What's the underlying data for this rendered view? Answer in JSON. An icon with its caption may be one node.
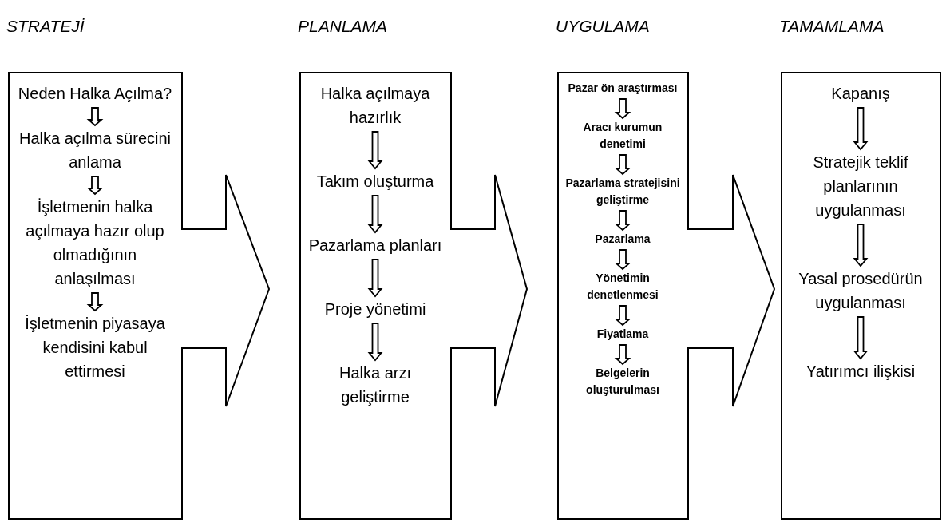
{
  "diagram": {
    "nodes": [
      {
        "text": [
          "STRATEJİ"
        ]
      },
      {
        "text": [
          "Neden Halka Açılma?"
        ],
        "in": 0
      },
      {
        "text": [
          "Halka açılma sürecini anlama"
        ],
        "in": 0
      },
      {
        "text": [
          "İşletmenin halka açılmaya hazır olup olmadığının anlaşılması"
        ],
        "in": 0
      },
      {
        "text": [
          "İşletmenin piyasaya kendisini kabul ettirmesi"
        ],
        "in": 0
      },
      {
        "text": [
          "PLANLAMA"
        ]
      },
      {
        "text": [
          "Halka açılmaya hazırlık"
        ],
        "in": 5
      },
      {
        "text": [
          "Takım oluşturma"
        ],
        "in": 5
      },
      {
        "text": [
          "Pazarlama planları"
        ],
        "in": 5
      },
      {
        "text": [
          "Proje yönetimi"
        ],
        "in": 5
      },
      {
        "text": [
          "Halka arzı geliştirme"
        ],
        "in": 5
      },
      {
        "text": [
          "UYGULAMA"
        ]
      },
      {
        "text": [
          "Pazar ön araştırması"
        ],
        "in": 11
      },
      {
        "text": [
          "Aracı kurumun denetimi"
        ],
        "in": 11
      },
      {
        "text": [
          "Pazarlama stratejisini geliştirme"
        ],
        "in": 11
      },
      {
        "text": [
          "Pazarlama"
        ],
        "in": 11
      },
      {
        "text": [
          "Yönetimin denetlenmesi"
        ],
        "in": 11
      },
      {
        "text": [
          "Fiyatlama"
        ],
        "in": 11
      },
      {
        "text": [
          "Belgelerin oluşturulması"
        ],
        "in": 11
      },
      {
        "text": [
          "TAMAMLAMA"
        ]
      },
      {
        "text": [
          "Kapanış"
        ],
        "in": 19
      },
      {
        "text": [
          "Stratejik teklif planlarının uygulanması"
        ],
        "in": 19
      },
      {
        "text": [
          "Yasal prosedürün uygulanması"
        ],
        "in": 19
      },
      {
        "text": [
          "Yatırımcı ilişkisi"
        ],
        "in": 19
      }
    ],
    "edges": [
      {
        "from": 1,
        "to": 2,
        "arrow": "to"
      },
      {
        "from": 2,
        "to": 3,
        "arrow": "to"
      },
      {
        "from": 3,
        "to": 4,
        "arrow": "to"
      },
      {
        "from": 6,
        "to": 7,
        "arrow": "to"
      },
      {
        "from": 7,
        "to": 8,
        "arrow": "to"
      },
      {
        "from": 8,
        "to": 9,
        "arrow": "to"
      },
      {
        "from": 9,
        "to": 10,
        "arrow": "to"
      },
      {
        "from": 12,
        "to": 13,
        "arrow": "to"
      },
      {
        "from": 13,
        "to": 14,
        "arrow": "to"
      },
      {
        "from": 14,
        "to": 15,
        "arrow": "to"
      },
      {
        "from": 15,
        "to": 16,
        "arrow": "to"
      },
      {
        "from": 16,
        "to": 17,
        "arrow": "to"
      },
      {
        "from": 17,
        "to": 18,
        "arrow": "to"
      },
      {
        "from": 20,
        "to": 21,
        "arrow": "to"
      },
      {
        "from": 21,
        "to": 22,
        "arrow": "to"
      },
      {
        "from": 22,
        "to": 23,
        "arrow": "to"
      }
    ]
  }
}
